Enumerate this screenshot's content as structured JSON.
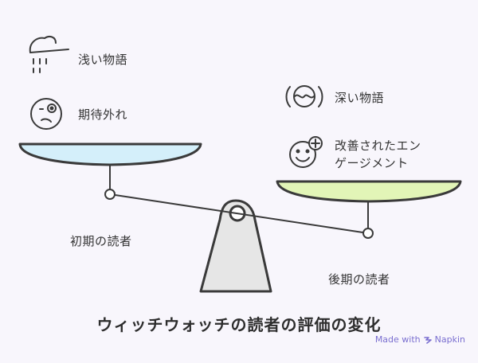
{
  "left_pan": {
    "items": [
      {
        "label": "浅い物語",
        "icon": "rain-cloud-icon"
      },
      {
        "label": "期待外れ",
        "icon": "disappointed-face-icon"
      }
    ],
    "caption": "初期の読者",
    "color": "#d4effa"
  },
  "right_pan": {
    "items": [
      {
        "label": "深い物語",
        "icon": "wave-orb-icon"
      },
      {
        "label": "改善されたエン\nゲージメント",
        "icon": "smiley-plus-icon"
      }
    ],
    "caption": "後期の読者",
    "color": "#e2f5b7"
  },
  "title": "ウィッチウォッチの読者の評価の変化",
  "brand": {
    "prefix": "Made with",
    "name": "Napkin",
    "color": "#7a6fd0"
  }
}
